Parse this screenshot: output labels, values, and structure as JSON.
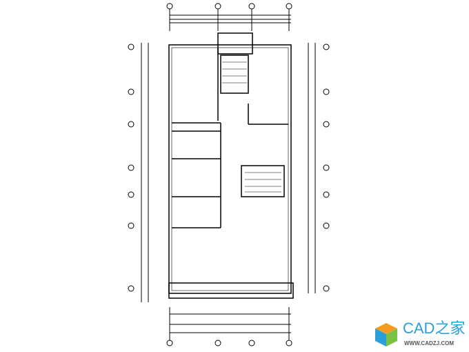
{
  "drawing": {
    "type": "floor-plan",
    "line_color": "#000000"
  },
  "logo": {
    "name": "CAD之家",
    "url": "WWW.CADZJ.COM",
    "colors": {
      "blue": "#2a9fd8",
      "green": "#7cc242",
      "orange": "#f39c1f"
    }
  }
}
